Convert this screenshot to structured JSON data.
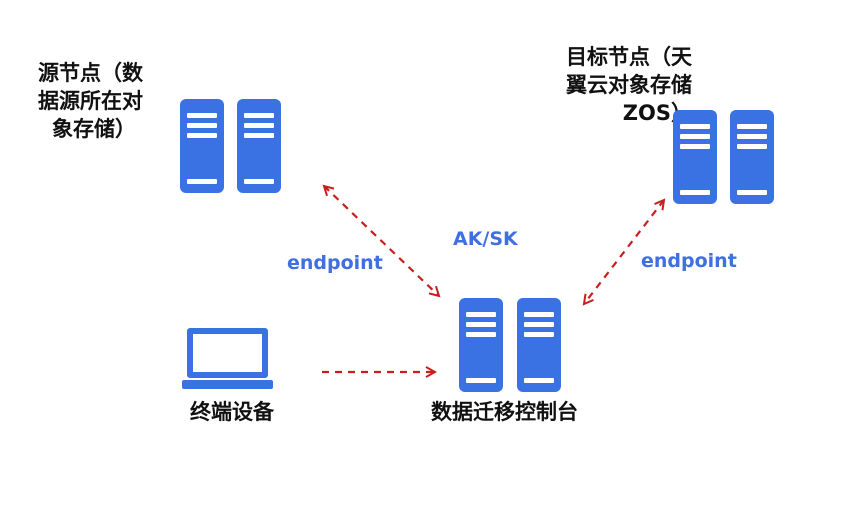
{
  "nodes": {
    "source": {
      "label_lines": [
        "源节点（数",
        "据源所在对",
        "象存储）"
      ]
    },
    "target": {
      "label_lines": [
        "目标节点（天",
        "翼云对象存储",
        "ZOS）"
      ]
    },
    "terminal": {
      "label": "终端设备"
    },
    "console": {
      "label": "数据迁移控制台"
    }
  },
  "edges": {
    "source_console": {
      "label": "endpoint"
    },
    "target_console": {
      "label": "endpoint"
    },
    "auth": {
      "label": "AK/SK"
    }
  },
  "colors": {
    "server_blue": "#3a72e4",
    "label_blue": "#3f6fe0",
    "arrow_red": "#c81e1e"
  }
}
